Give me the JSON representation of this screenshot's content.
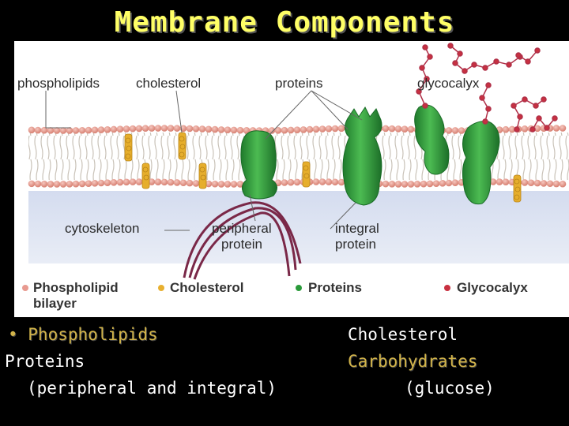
{
  "slide": {
    "title": "Membrane Components"
  },
  "diagram": {
    "labels": {
      "phospholipids": "phospholipids",
      "cholesterol": "cholesterol",
      "proteins": "proteins",
      "glycocalyx": "glycocalyx",
      "cytoskeleton": "cytoskeleton",
      "peripheral_1": "peripheral",
      "peripheral_2": "protein",
      "integral_1": "integral",
      "integral_2": "protein"
    },
    "legend": {
      "phospholipid_1": "Phospholipid",
      "phospholipid_2": "bilayer",
      "cholesterol": "Cholesterol",
      "proteins": "Proteins",
      "glycocalyx": "Glycocalyx"
    },
    "colors": {
      "phospholipid": "#e89a90",
      "cholesterol": "#e8b030",
      "protein": "#2a9a3a",
      "glycocalyx": "#c83040",
      "cytoskeleton": "#7a2848"
    }
  },
  "bullets": {
    "left": {
      "item1": "• Phospholipids",
      "item2": "Proteins",
      "item3": "(peripheral and integral)"
    },
    "right": {
      "item1": "Cholesterol",
      "item2": "Carbohydrates",
      "item3": "(glucose)"
    }
  }
}
